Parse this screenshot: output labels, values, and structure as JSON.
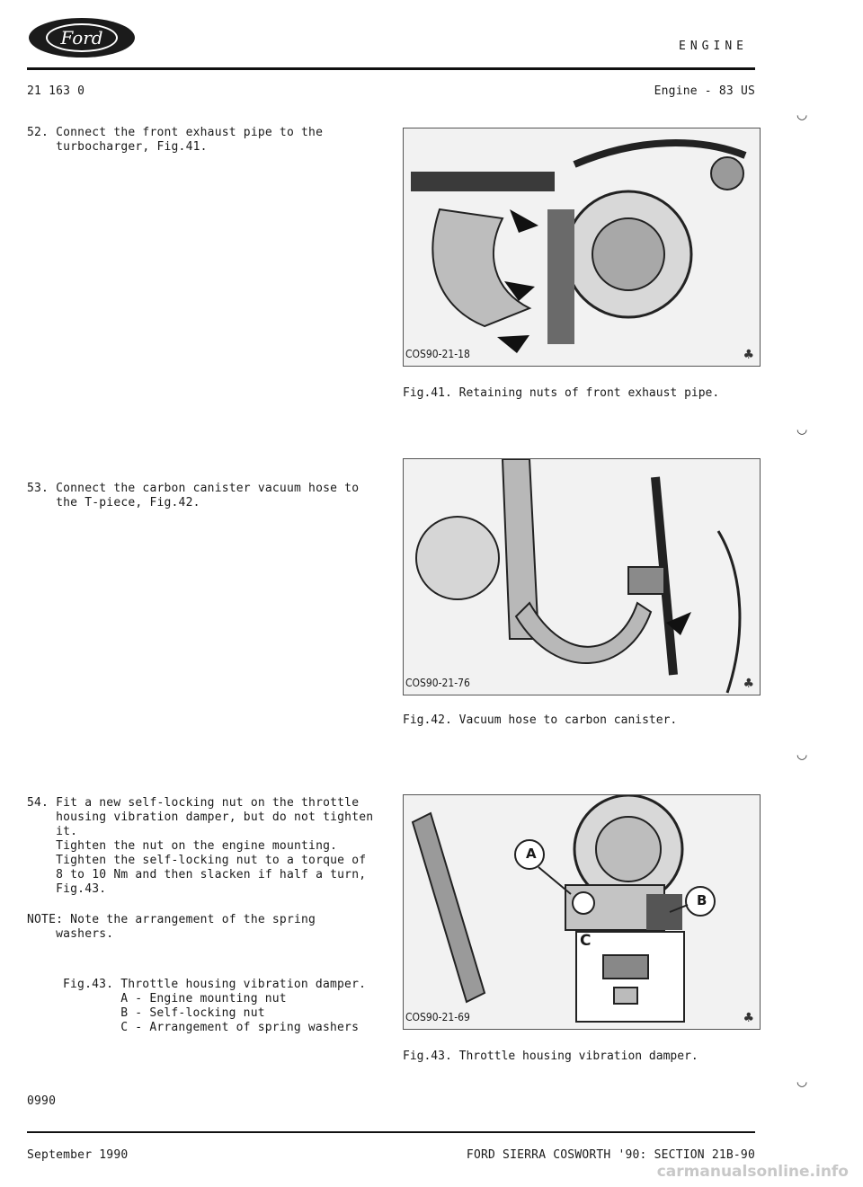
{
  "header": {
    "logo_text": "Ford",
    "section": "ENGINE",
    "doc_number": "21 163 0",
    "sub_ref": "Engine - 83 US"
  },
  "steps": [
    {
      "text": "52. Connect the front exhaust pipe to the\n    turbocharger, Fig.41."
    },
    {
      "text": "53. Connect the carbon canister vacuum hose to\n    the T-piece, Fig.42."
    },
    {
      "text": "54. Fit a new self-locking nut on the throttle\n    housing vibration damper, but do not tighten\n    it.\n    Tighten the nut on the engine mounting.\n    Tighten the self-locking nut to a torque of\n    8 to 10 Nm and then slacken if half a turn,\n    Fig.43."
    }
  ],
  "note": "NOTE: Note the arrangement of the spring\n    washers.",
  "legend": "Fig.43. Throttle housing vibration damper.\n        A - Engine mounting nut\n        B - Self-locking nut\n        C - Arrangement of spring washers",
  "figures": [
    {
      "ref": "COS90-21-18",
      "caption": "Fig.41. Retaining nuts of front exhaust pipe."
    },
    {
      "ref": "COS90-21-76",
      "caption": "Fig.42. Vacuum hose to carbon canister."
    },
    {
      "ref": "COS90-21-69",
      "caption": "Fig.43. Throttle housing vibration damper.",
      "callouts": [
        "A",
        "B",
        "C"
      ]
    }
  ],
  "page_code": "0990",
  "footer": {
    "date": "September 1990",
    "title": "FORD SIERRA COSWORTH '90: SECTION 21B-90"
  },
  "watermark": "carmanualsonline.info"
}
